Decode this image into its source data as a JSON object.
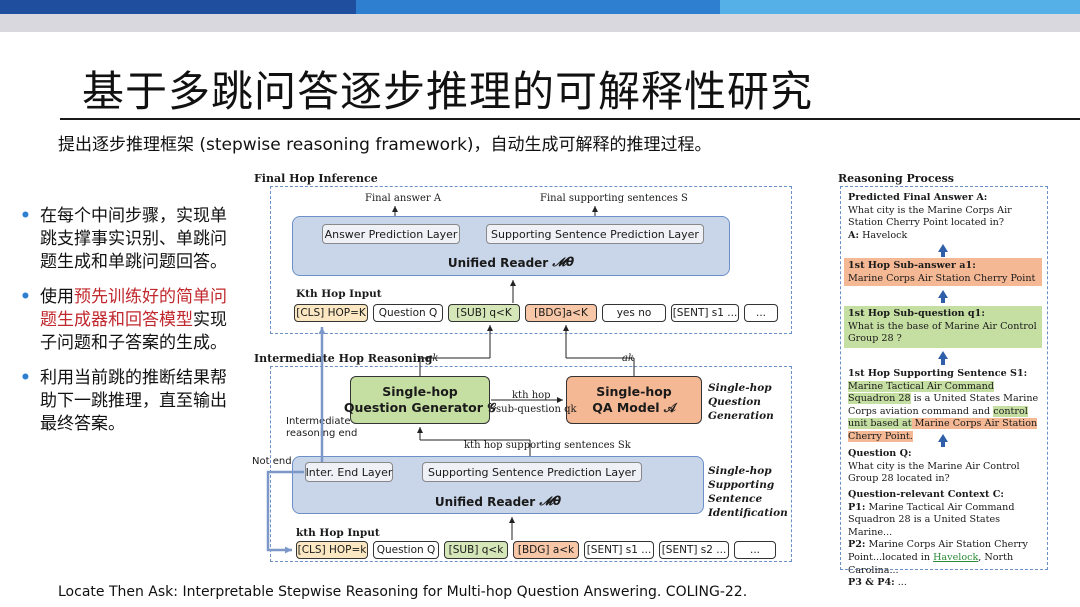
{
  "title": "基于多跳问答逐步推理的可解释性研究",
  "subtitle": "提出逐步推理框架 (stepwise reasoning framework)，自动生成可解释的推理过程。",
  "bullets": {
    "b1": "在每个中间步骤，实现单跳支撑事实识别、单跳问题生成和单跳问题回答。",
    "b2_pre": "使用",
    "b2_red": "预先训练好的简单问题生成器和回答模型",
    "b2_post": "实现子问题和子答案的生成。",
    "b3": "利用当前跳的推断结果帮助下一跳推理，直至输出最终答案。"
  },
  "citation": "Locate Then Ask: Interpretable Stepwise Reasoning for Multi-hop Question Answering. COLING-22.",
  "diagram": {
    "final_hop_title": "Final Hop Inference",
    "final_answer": "Final answer A",
    "final_supporting": "Final supporting sentences S",
    "answer_layer": "Answer Prediction Layer",
    "support_layer_top": "Supporting Sentence Prediction Layer",
    "unified_reader": "Unified Reader",
    "unified_reader_sym": "𝓜θ",
    "kth_hop_input_top": "Kth Hop Input",
    "top_tokens": [
      "[CLS] HOP=K",
      "Question Q",
      "[SUB] q<K",
      "[BDG]a<K",
      "yes no",
      "[SENT] s1 ...",
      "..."
    ],
    "intermediate_title": "Intermediate Hop Reasoning",
    "qk": "qk",
    "ak": "ak",
    "qgen": "Single-hop",
    "qgen2": "Question Generator 𝒢",
    "qamodel": "Single-hop",
    "qamodel2": "QA Model 𝒜",
    "kth_hop": "kth hop",
    "sub_question": "sub-question qk",
    "kth_support": "kth hop supporting sentences Sk",
    "intermediate_end": "Intermediate reasoning end",
    "not_end": "Not end",
    "sq_generation": "Single-hop Question Generation",
    "inter_end_layer": "Inter. End Layer",
    "support_layer_bottom": "Supporting Sentence Prediction Layer",
    "sss_identification": "Single-hop Supporting Sentence Identification",
    "kth_hop_input_bottom": "kth Hop Input",
    "bottom_tokens": [
      "[CLS] HOP=k",
      "Question Q",
      "[SUB] q<k",
      "[BDG] a<k",
      "[SENT] s1 ...",
      "[SENT] s2 ...",
      "..."
    ]
  },
  "reasoning": {
    "title": "Reasoning Process",
    "pred_label": "Predicted Final Answer A:",
    "pred_q": "What city is the Marine Corps Air Station Cherry Point located in?",
    "pred_a_label": "A:",
    "pred_a": "Havelock",
    "sub_answer_label": "1st Hop Sub-answer a1:",
    "sub_answer": "Marine Corps Air Station Cherry Point",
    "sub_question_label": "1st Hop Sub-question q1:",
    "sub_question": "What is the base of Marine Air Control Group 28 ?",
    "support_label": "1st Hop Supporting Sentence S1:",
    "support_p1": "Marine Tactical Air Command Squadron 28",
    "support_p2": " is a United States Marine Corps aviation command and ",
    "support_p3": "control unit based at",
    "support_p4": " Marine Corps Air Station Cherry Point.",
    "question_label": "Question Q:",
    "question": "What city is the Marine Air Control Group 28 located in?",
    "context_label": "Question-relevant Context C:",
    "p1_label": "P1:",
    "p1": "Marine Tactical Air Command Squadron 28 is a United States Marine...",
    "p2_label": "P2:",
    "p2_a": "Marine Corps Air Station Cherry Point...located in ",
    "p2_link": "Havelock",
    "p2_b": ", North Carolina...",
    "p34_label": "P3 & P4:",
    "p34": "..."
  }
}
